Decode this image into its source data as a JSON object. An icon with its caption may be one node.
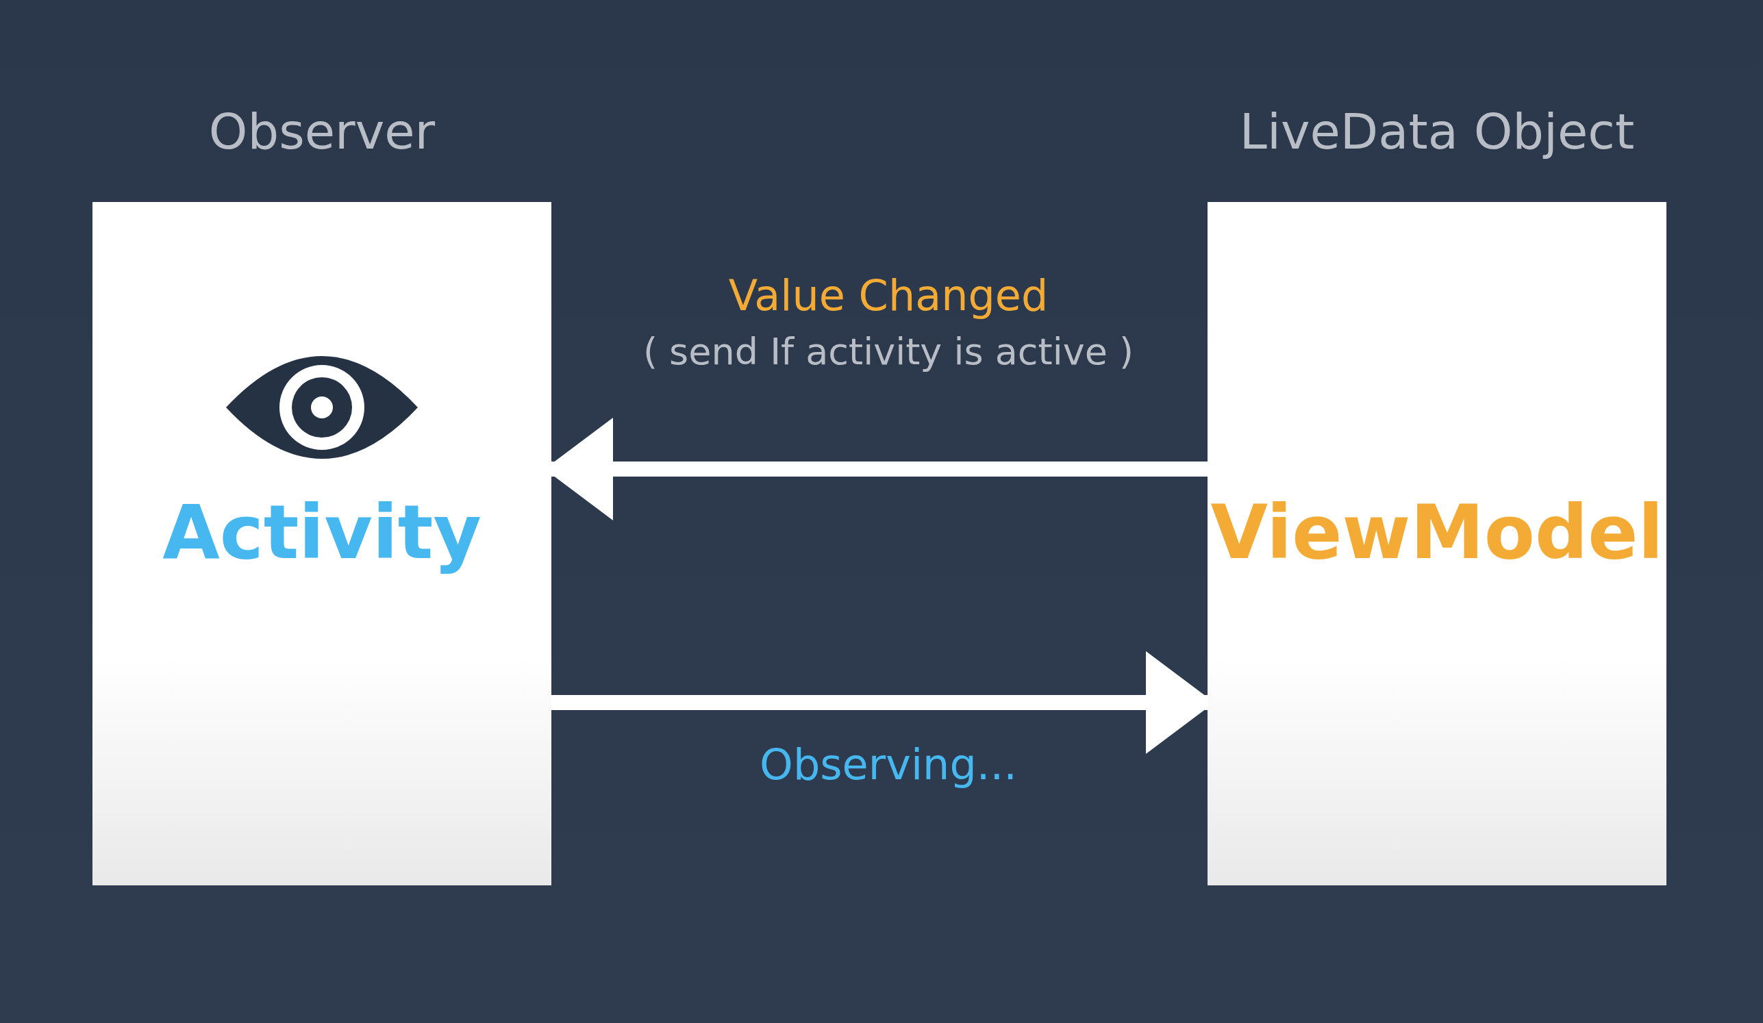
{
  "diagram": {
    "nodes": [
      {
        "text": [
          "Observer",
          "Activity"
        ]
      },
      {
        "text": [
          "LiveData Object",
          "ViewModel"
        ]
      }
    ],
    "edges": [
      {
        "from": 1,
        "to": 0,
        "arrow": "to",
        "label": "Value Changed"
      },
      {
        "from": 0,
        "to": 1,
        "arrow": "to",
        "label": "Observing..."
      }
    ],
    "labels": [
      "( send If activity is active )"
    ]
  }
}
